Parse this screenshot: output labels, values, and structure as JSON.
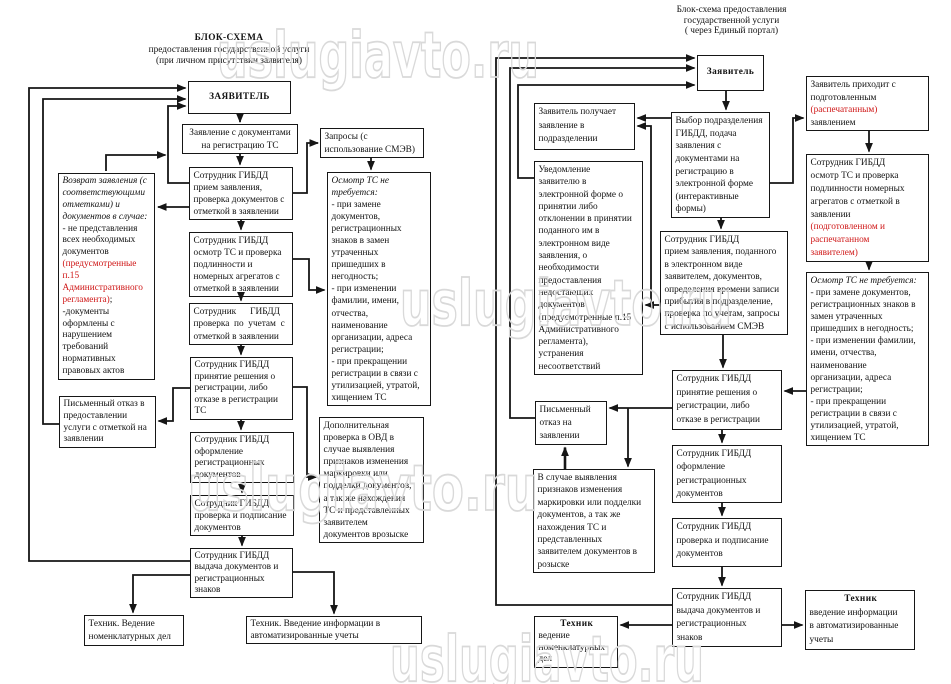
{
  "document": {
    "kind": "scanned flowchart page",
    "background": "#ffffff",
    "ink_color": "#121212",
    "red_color": "#cf1717",
    "watermark_color": "#d4d4d4"
  },
  "watermark": {
    "text": "uslugiavto.ru"
  },
  "titles": {
    "left": {
      "lines": [
        [
          {
            "t": "БЛОК-СХЕМА",
            "s": "b"
          }
        ],
        "предоставления государственной услуги",
        "(при личном присутствии заявителя)"
      ]
    },
    "right": {
      "lines": [
        "Блок-схема предоставления",
        "государственной услуги",
        "( через Единый портал)"
      ]
    }
  },
  "nodes": {
    "L1": {
      "lines": [
        [
          {
            "t": "ЗАЯВИТЕЛЬ",
            "s": "b"
          }
        ]
      ]
    },
    "L2": {
      "lines": [
        "Заявление с документами",
        "на регистрацию ТС"
      ]
    },
    "L3": {
      "lines": [
        "Запросы (с",
        "использование СМЭВ)"
      ]
    },
    "L4": {
      "lines": [
        "Сотрудник ГИБДД",
        "прием заявления,",
        "проверка документов с",
        "отметкой в заявлении"
      ]
    },
    "L5": {
      "lines": [
        "Сотрудник ГИБДД",
        "осмотр ТС и проверка",
        "подлинности и",
        "номерных агрегатов с",
        "отметкой в заявлении"
      ]
    },
    "L6": {
      "lines": [
        "Сотрудник      ГИБДД",
        "проверка  по  учетам  с",
        "отметкой в заявлении"
      ]
    },
    "L7": {
      "lines": [
        "Сотрудник ГИБДД",
        "принятие решения о",
        "регистрации, либо",
        "отказе в регистрации",
        "ТС"
      ]
    },
    "L8": {
      "lines": [
        "Сотрудник ГИБДД",
        "оформление",
        "регистрационных",
        "документов"
      ]
    },
    "L9": {
      "lines": [
        "Сотрудник ГИБДД",
        "проверка и подписание",
        "документов"
      ]
    },
    "L10": {
      "lines": [
        "Сотрудник ГИБДД",
        "выдача документов и",
        "регистрационных",
        "знаков"
      ]
    },
    "L11": {
      "lines": [
        [
          {
            "t": "Возврат заявления (с",
            "s": "i"
          }
        ],
        [
          {
            "t": "соответствующими",
            "s": "i"
          }
        ],
        [
          {
            "t": "отметками) и",
            "s": "i"
          }
        ],
        [
          {
            "t": "документов в случае:",
            "s": "i"
          }
        ],
        "- не представления",
        "всех необходимых",
        "документов",
        [
          {
            "t": "(предусмотренные",
            "s": "r"
          }
        ],
        [
          {
            "t": "п.15",
            "s": "r"
          }
        ],
        [
          {
            "t": "Административного",
            "s": "r"
          }
        ],
        [
          {
            "t": "регламента)",
            "s": "r"
          },
          {
            "t": ";"
          }
        ],
        "-документы",
        "оформлены с",
        "нарушением",
        "требований",
        "нормативных",
        "правовых актов"
      ]
    },
    "L12": {
      "lines": [
        "Письменный отказ в",
        "предоставлении",
        "услуги с отметкой на",
        "заявлении"
      ]
    },
    "L13": {
      "lines": [
        [
          {
            "t": "Осмотр ТС не",
            "s": "i"
          }
        ],
        [
          {
            "t": "требуется:",
            "s": "i"
          }
        ],
        "- при замене",
        "документов,",
        "регистрационных",
        "знаков в замен",
        "утраченных",
        "пришедших в",
        "негодность;",
        "- при изменении",
        "фамилии, имени,",
        "отчества,",
        "наименование",
        "организации, адреса",
        "регистрации;",
        "- при прекращении",
        "регистрации в связи с",
        "утилизацией, утратой,",
        "хищением ТС"
      ]
    },
    "L14": {
      "lines": [
        "Дополнительная",
        "проверка в ОВД в",
        "случае выявления",
        "признаков изменения",
        "маркировки или",
        "подделки документов,",
        "а так же нахождения",
        "ТС и представленных",
        "заявителем",
        "документов врозыске"
      ]
    },
    "L15": {
      "lines": [
        "Техник. Ведение",
        "номенклатурных дел"
      ]
    },
    "L16": {
      "lines": [
        "Техник. Введение информации в",
        "автоматизированные учеты"
      ]
    },
    "R1": {
      "lines": [
        [
          {
            "t": "Заявитель",
            "s": "b"
          }
        ]
      ]
    },
    "R2": {
      "lines": [
        "Заявитель получает",
        "заявление в",
        "подразделении"
      ]
    },
    "R3": {
      "lines": [
        "Выбор подразделения",
        "ГИБДД, подача",
        "заявления с",
        "документами на",
        "регистрацию в",
        "электронной форме",
        "(интерактивные",
        "формы)"
      ]
    },
    "R4": {
      "lines": [
        "Заявитель приходит с",
        "подготовленным",
        [
          {
            "t": "(распечатанным)",
            "s": "r"
          }
        ],
        "заявлением"
      ]
    },
    "R5": {
      "lines": [
        "Уведомление",
        "заявителю в",
        "электронной форме о",
        "принятии либо",
        "отклонении в принятии",
        "поданного им в",
        "электронном виде",
        "заявления, о",
        "необходимости",
        "предоставления",
        "недостающих",
        "документов",
        "(предусмотренные п.15",
        "Административного",
        "регламента),",
        "устранения",
        "несоответствий"
      ]
    },
    "R6": {
      "lines": [
        "Сотрудник ГИБДД",
        "прием заявления, поданного",
        "в электронном виде",
        "заявителем, документов,",
        "определения времени записи",
        "прибытия в подразделение,",
        "проверка по учетам, запросы",
        "с использованием СМЭВ"
      ]
    },
    "R7": {
      "lines": [
        "Сотрудник ГИБДД",
        "осмотр ТС и проверка",
        "подлинности номерных",
        "агрегатов с отметкой в",
        "заявлении",
        [
          {
            "t": "(подготовленном и",
            "s": "r"
          }
        ],
        [
          {
            "t": "распечатанном",
            "s": "r"
          }
        ],
        [
          {
            "t": "заявителем)",
            "s": "r"
          }
        ]
      ]
    },
    "R8": {
      "lines": [
        [
          {
            "t": "Осмотр ТС не требуется:",
            "s": "i"
          }
        ],
        "- при замене документов,",
        "регистрационных знаков в",
        "замен утраченных",
        "пришедших в негодность;",
        "- при изменении фамилии,",
        "имени, отчества,",
        "наименование",
        "организации, адреса",
        "регистрации;",
        "- при прекращении",
        "регистрации в связи с",
        "утилизацией, утратой,",
        "хищением ТС"
      ]
    },
    "R9": {
      "lines": [
        "Сотрудник ГИБДД",
        "принятие решения о",
        "регистрации, либо",
        "отказе в регистрации"
      ]
    },
    "R10": {
      "lines": [
        "Письменный",
        "отказ на",
        "заявлении"
      ]
    },
    "R11": {
      "lines": [
        "В случае выявления",
        "признаков изменения",
        "маркировки или подделки",
        "документов, а так же",
        "нахождения ТС и",
        "представленных",
        "заявителем документов в",
        "розыске"
      ]
    },
    "R12": {
      "lines": [
        "Сотрудник ГИБДД",
        "оформление",
        "регистрационных",
        "документов"
      ]
    },
    "R13": {
      "lines": [
        "Сотрудник ГИБДД",
        "проверка и подписание",
        "документов"
      ]
    },
    "R14": {
      "lines": [
        "Сотрудник ГИБДД",
        "выдача документов и",
        "регистрационных",
        "знаков"
      ]
    },
    "R15": {
      "lines": [
        [
          {
            "t": "Техник",
            "s": "bc"
          }
        ],
        "ведение",
        "номенклатурных",
        "дел"
      ]
    },
    "R16": {
      "lines": [
        [
          {
            "t": "Техник",
            "s": "bc"
          }
        ],
        "введение информации",
        "в автоматизированные",
        "учеты"
      ]
    }
  }
}
